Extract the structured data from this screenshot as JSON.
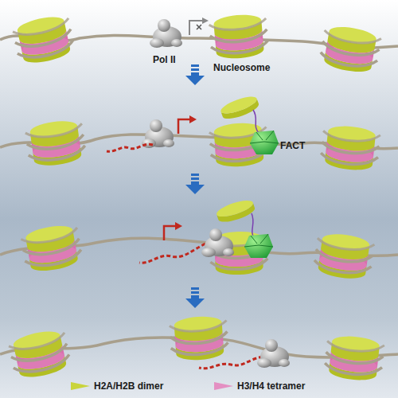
{
  "diagram": {
    "labels": [
      "Pol II",
      "Nucleosome",
      "FACT"
    ],
    "legend": [
      {
        "text": "H2A/H2B dimer",
        "color": "#c9d43b"
      },
      {
        "text": "H3/H4 tetramer",
        "color": "#e48fc2"
      }
    ]
  }
}
